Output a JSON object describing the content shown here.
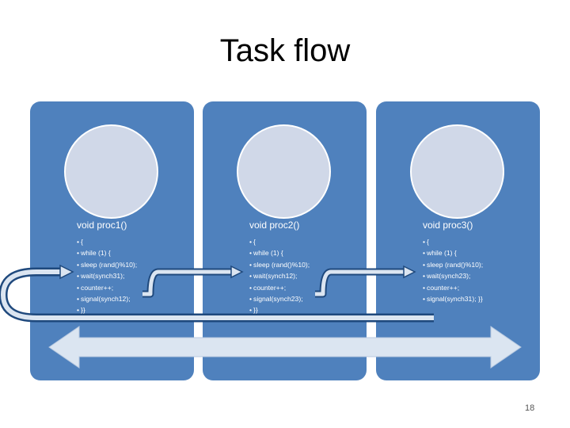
{
  "title": "Task flow",
  "bullet": "•",
  "panels": [
    {
      "title": "void proc1()",
      "lines": [
        "{",
        "while (1) {",
        "sleep (rand()%10);",
        "wait(synch31);",
        "counter++;",
        "signal(synch12);",
        "}}"
      ]
    },
    {
      "title": "void proc2()",
      "lines": [
        "{",
        "while (1) {",
        "sleep (rand()%10);",
        "wait(synch12);",
        "counter++;",
        "signal(synch23);",
        "}}"
      ]
    },
    {
      "title": "void proc3()",
      "lines": [
        "{",
        "while (1) {",
        "sleep (rand()%10);",
        "wait(synch23);",
        "counter++;",
        "signal(synch31); }}"
      ]
    }
  ],
  "page_number": "18",
  "colors": {
    "panel": "#4f81bd",
    "circle": "#d0d8e8",
    "arrow_fill": "#dbe5f1",
    "arrow_stroke": "#1f497d"
  }
}
